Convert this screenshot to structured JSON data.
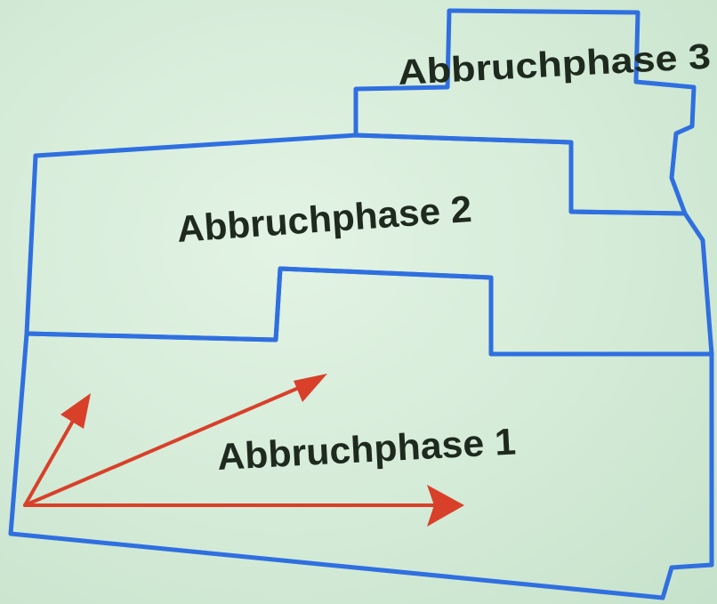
{
  "diagram": {
    "labels": {
      "phase1": "Abbruchphase 1",
      "phase2": "Abbruchphase 2",
      "phase3": "Abbruchphase 3"
    },
    "colors": {
      "background": "#d6ecd9",
      "boundary": "#2f6fe0",
      "arrow": "#d8402a",
      "text": "#1f2a1f"
    },
    "arrows": {
      "count": 3,
      "direction": "demolition progress from lower-left corner"
    }
  }
}
